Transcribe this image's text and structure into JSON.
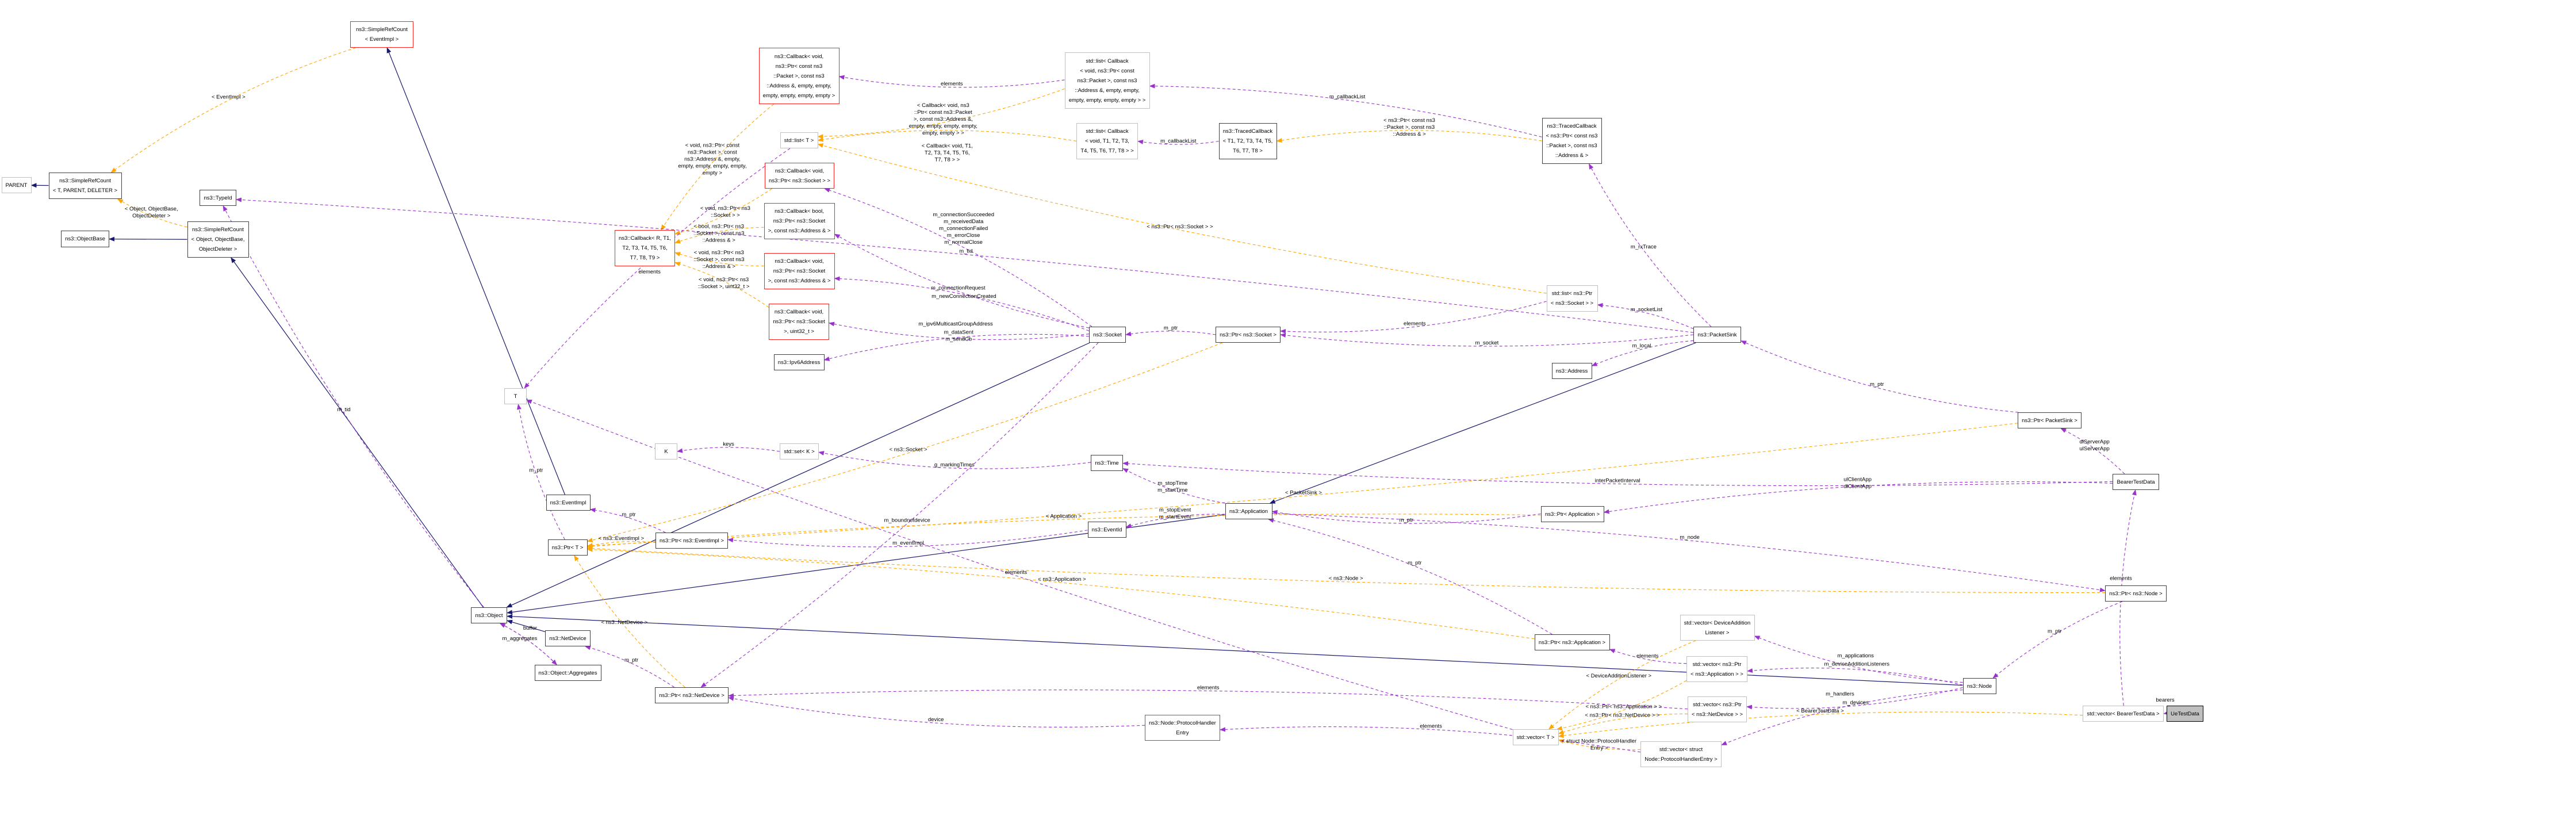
{
  "colors": {
    "inherit": "#191970",
    "usage": "#9a32cd",
    "template": "#ffa500",
    "red_border": "#ff2020",
    "gray_border": "#c0c0c0",
    "focus_fill": "#bfbfbf"
  },
  "nodes": {
    "parent": {
      "label": "PARENT",
      "kind": "gray"
    },
    "src_tpd": {
      "label": "ns3::SimpleRefCount\n< T, PARENT, DELETER >",
      "kind": "normal"
    },
    "objectbase": {
      "label": "ns3::ObjectBase",
      "kind": "normal"
    },
    "src_obj": {
      "label": "ns3::SimpleRefCount\n< Object, ObjectBase,\nObjectDeleter >",
      "kind": "normal"
    },
    "typeid": {
      "label": "ns3::TypeId",
      "kind": "normal"
    },
    "src_ev": {
      "label": "ns3::SimpleRefCount\n< EventImpl >",
      "kind": "red"
    },
    "cb_r": {
      "label": "ns3::Callback< R, T1,\nT2, T3, T4, T5, T6,\nT7, T8, T9 >",
      "kind": "red"
    },
    "cb_pkt": {
      "label": "ns3::Callback< void,\nns3::Ptr< const ns3\n::Packet >, const ns3\n::Address &, empty, empty,\nempty, empty, empty, empty >",
      "kind": "red"
    },
    "list_t": {
      "label": "std::list< T >",
      "kind": "gray"
    },
    "cb_sock": {
      "label": "ns3::Callback< void,\nns3::Ptr< ns3::Socket > >",
      "kind": "red"
    },
    "cb_bool": {
      "label": "ns3::Callback< bool,\nns3::Ptr< ns3::Socket\n>, const ns3::Address & >",
      "kind": "red"
    },
    "cb_sockaddr": {
      "label": "ns3::Callback< void,\nns3::Ptr< ns3::Socket\n>, const ns3::Address & >",
      "kind": "red"
    },
    "cb_u32": {
      "label": "ns3::Callback< void,\nns3::Ptr< ns3::Socket\n>, uint32_t >",
      "kind": "red"
    },
    "ipv6": {
      "label": "ns3::Ipv6Address",
      "kind": "normal"
    },
    "t": {
      "label": "T",
      "kind": "gray"
    },
    "k": {
      "label": "K",
      "kind": "gray"
    },
    "set_k": {
      "label": "std::set< K >",
      "kind": "gray"
    },
    "list_cbpkt": {
      "label": "std::list< Callback\n< void, ns3::Ptr< const\nns3::Packet >, const ns3\n::Address &, empty, empty,\nempty, empty, empty, empty > >",
      "kind": "gray"
    },
    "list_cbt": {
      "label": "std::list< Callback\n< void, T1, T2, T3,\nT4, T5, T6, T7, T8 > >",
      "kind": "gray"
    },
    "tcb_t": {
      "label": "ns3::TracedCallback\n< T1, T2, T3, T4, T5,\nT6, T7, T8 >",
      "kind": "normal"
    },
    "tcb_pkt": {
      "label": "ns3::TracedCallback\n< ns3::Ptr< const ns3\n::Packet >, const ns3\n::Address & >",
      "kind": "normal"
    },
    "socket": {
      "label": "ns3::Socket",
      "kind": "normal"
    },
    "ptr_socket": {
      "label": "ns3::Ptr< ns3::Socket >",
      "kind": "normal"
    },
    "list_ptrsock": {
      "label": "std::list< ns3::Ptr\n< ns3::Socket > >",
      "kind": "gray"
    },
    "packetsink": {
      "label": "ns3::PacketSink",
      "kind": "normal"
    },
    "address": {
      "label": "ns3::Address",
      "kind": "normal"
    },
    "ptr_packetsink": {
      "label": "ns3::Ptr< PacketSink >",
      "kind": "normal"
    },
    "bearer": {
      "label": "BearerTestData",
      "kind": "normal"
    },
    "time": {
      "label": "ns3::Time",
      "kind": "normal"
    },
    "eventimpl": {
      "label": "ns3::EventImpl",
      "kind": "normal"
    },
    "ptr_t": {
      "label": "ns3::Ptr< T >",
      "kind": "normal"
    },
    "ptr_eventimpl": {
      "label": "ns3::Ptr< ns3::EventImpl >",
      "kind": "normal"
    },
    "eventid": {
      "label": "ns3::EventId",
      "kind": "normal"
    },
    "application": {
      "label": "ns3::Application",
      "kind": "normal"
    },
    "ptr_application": {
      "label": "ns3::Ptr< Application >",
      "kind": "normal"
    },
    "object": {
      "label": "ns3::Object",
      "kind": "normal"
    },
    "netdevice": {
      "label": "ns3::NetDevice",
      "kind": "normal"
    },
    "aggregates": {
      "label": "ns3::Object::Aggregates",
      "kind": "normal"
    },
    "ptr_netdevice": {
      "label": "ns3::Ptr< ns3::NetDevice >",
      "kind": "normal"
    },
    "ptr_node": {
      "label": "ns3::Ptr< ns3::Node >",
      "kind": "normal"
    },
    "ptr_nsapp": {
      "label": "ns3::Ptr< ns3::Application >",
      "kind": "normal"
    },
    "vec_dal": {
      "label": "std::vector< DeviceAddition\nListener >",
      "kind": "gray"
    },
    "vec_ptrapp": {
      "label": "std::vector< ns3::Ptr\n< ns3::Application > >",
      "kind": "gray"
    },
    "vec_ptrnd": {
      "label": "std::vector< ns3::Ptr\n< ns3::NetDevice > >",
      "kind": "gray"
    },
    "node": {
      "label": "ns3::Node",
      "kind": "normal"
    },
    "vec_phe": {
      "label": "std::vector< struct\nNode::ProtocolHandlerEntry >",
      "kind": "gray"
    },
    "vec_t": {
      "label": "std::vector< T >",
      "kind": "gray"
    },
    "phe": {
      "label": "ns3::Node::ProtocolHandler\nEntry",
      "kind": "red"
    },
    "vec_bearer": {
      "label": "std::vector< BearerTestData >",
      "kind": "gray"
    },
    "uetestdata": {
      "label": "UeTestData",
      "kind": "focus"
    }
  },
  "edges": [
    {
      "from": "src_tpd",
      "to": "parent",
      "type": "inherit",
      "label": ""
    },
    {
      "from": "src_obj",
      "to": "objectbase",
      "type": "inherit",
      "label": ""
    },
    {
      "from": "object",
      "to": "src_obj",
      "type": "inherit",
      "label": ""
    },
    {
      "from": "eventimpl",
      "to": "src_ev",
      "type": "inherit",
      "label": ""
    },
    {
      "from": "socket",
      "to": "object",
      "type": "inherit",
      "label": ""
    },
    {
      "from": "application",
      "to": "object",
      "type": "inherit",
      "label": ""
    },
    {
      "from": "netdevice",
      "to": "object",
      "type": "inherit",
      "label": ""
    },
    {
      "from": "node",
      "to": "object",
      "type": "inherit",
      "label": ""
    },
    {
      "from": "packetsink",
      "to": "application",
      "type": "inherit",
      "label": ""
    },
    {
      "from": "src_ev",
      "to": "src_tpd",
      "type": "template",
      "label": "< EventImpl >"
    },
    {
      "from": "src_obj",
      "to": "src_tpd",
      "type": "template",
      "label": "< Object, ObjectBase,\nObjectDeleter >"
    },
    {
      "from": "cb_pkt",
      "to": "cb_r",
      "type": "template",
      "label": "< void, ns3::Ptr< const\nns3::Packet >, const\nns3::Address &, empty,\nempty, empty, empty, empty,\nempty >"
    },
    {
      "from": "cb_sock",
      "to": "cb_r",
      "type": "template",
      "label": "< void, ns3::Ptr< ns3\n::Socket > >"
    },
    {
      "from": "cb_bool",
      "to": "cb_r",
      "type": "template",
      "label": "< bool, ns3::Ptr< ns3\n::Socket >, const ns3\n::Address & >"
    },
    {
      "from": "cb_sockaddr",
      "to": "cb_r",
      "type": "template",
      "label": "< void, ns3::Ptr< ns3\n::Socket >, const ns3\n::Address & >"
    },
    {
      "from": "cb_u32",
      "to": "cb_r",
      "type": "template",
      "label": "< void, ns3::Ptr< ns3\n::Socket >, uint32_t >"
    },
    {
      "from": "list_cbpkt",
      "to": "list_t",
      "type": "template",
      "label": "< Callback< void, ns3\n::Ptr< const ns3::Packet\n>, const ns3::Address &,\nempty, empty, empty, empty,\nempty, empty > >"
    },
    {
      "from": "list_cbt",
      "to": "list_t",
      "type": "template",
      "label": "< Callback< void, T1,\nT2, T3, T4, T5, T6,\nT7, T8 > >"
    },
    {
      "from": "list_ptrsock",
      "to": "list_t",
      "type": "template",
      "label": "< ns3::Ptr< ns3::Socket > >"
    },
    {
      "from": "tcb_pkt",
      "to": "tcb_t",
      "type": "template",
      "label": "< ns3::Ptr< const ns3\n::Packet >, const ns3\n::Address & >"
    },
    {
      "from": "ptr_socket",
      "to": "ptr_t",
      "type": "template",
      "label": "< ns3::Socket >"
    },
    {
      "from": "ptr_eventimpl",
      "to": "ptr_t",
      "type": "template",
      "label": "< ns3::EventImpl >"
    },
    {
      "from": "ptr_packetsink",
      "to": "ptr_t",
      "type": "template",
      "label": "< PacketSink >"
    },
    {
      "from": "ptr_application",
      "to": "ptr_t",
      "type": "template",
      "label": "< Application >"
    },
    {
      "from": "ptr_node",
      "to": "ptr_t",
      "type": "template",
      "label": "< ns3::Node >"
    },
    {
      "from": "ptr_nsapp",
      "to": "ptr_t",
      "type": "template",
      "label": "< ns3::Application >"
    },
    {
      "from": "ptr_netdevice",
      "to": "ptr_t",
      "type": "template",
      "label": "< ns3::NetDevice >"
    },
    {
      "from": "vec_dal",
      "to": "vec_t",
      "type": "template",
      "label": "< DeviceAdditionListener >"
    },
    {
      "from": "vec_ptrapp",
      "to": "vec_t",
      "type": "template",
      "label": "< ns3::Ptr< ns3::Application > >"
    },
    {
      "from": "vec_ptrnd",
      "to": "vec_t",
      "type": "template",
      "label": "< ns3::Ptr< ns3::NetDevice > >"
    },
    {
      "from": "vec_phe",
      "to": "vec_t",
      "type": "template",
      "label": "< struct Node::ProtocolHandler\nEntry >"
    },
    {
      "from": "vec_bearer",
      "to": "vec_t",
      "type": "template",
      "label": "< BearerTestData >"
    },
    {
      "from": "object",
      "to": "typeid",
      "type": "usage",
      "label": "m_tid"
    },
    {
      "from": "packetsink",
      "to": "typeid",
      "type": "usage",
      "label": "m_tid"
    },
    {
      "from": "list_cbpkt",
      "to": "cb_pkt",
      "type": "usage",
      "label": "elements"
    },
    {
      "from": "list_t",
      "to": "t",
      "type": "usage",
      "label": "elements"
    },
    {
      "from": "tcb_t",
      "to": "list_cbt",
      "type": "usage",
      "label": "m_callbackList"
    },
    {
      "from": "tcb_pkt",
      "to": "list_cbpkt",
      "type": "usage",
      "label": "m_callbackList"
    },
    {
      "from": "packetsink",
      "to": "tcb_pkt",
      "type": "usage",
      "label": "m_rxTrace"
    },
    {
      "from": "socket",
      "to": "cb_sock",
      "type": "usage",
      "label": "m_connectionSucceeded\nm_receivedData\nm_connectionFailed\nm_errorClose\nm_normalClose"
    },
    {
      "from": "socket",
      "to": "cb_bool",
      "type": "usage",
      "label": "m_connectionRequest"
    },
    {
      "from": "socket",
      "to": "cb_sockaddr",
      "type": "usage",
      "label": "m_newConnectionCreated"
    },
    {
      "from": "socket",
      "to": "cb_u32",
      "type": "usage",
      "label": "m_dataSent\nm_sendCb"
    },
    {
      "from": "socket",
      "to": "ipv6",
      "type": "usage",
      "label": "m_ipv6MulticastGroupAddress"
    },
    {
      "from": "socket",
      "to": "ptr_netdevice",
      "type": "usage",
      "label": "m_boundnetdevice"
    },
    {
      "from": "set_k",
      "to": "k",
      "type": "usage",
      "label": "keys"
    },
    {
      "from": "time",
      "to": "set_k",
      "type": "usage",
      "label": "g_markingTimes"
    },
    {
      "from": "ptr_socket",
      "to": "socket",
      "type": "usage",
      "label": "m_ptr"
    },
    {
      "from": "list_ptrsock",
      "to": "ptr_socket",
      "type": "usage",
      "label": "elements"
    },
    {
      "from": "packetsink",
      "to": "list_ptrsock",
      "type": "usage",
      "label": "m_socketList"
    },
    {
      "from": "packetsink",
      "to": "ptr_socket",
      "type": "usage",
      "label": "m_socket"
    },
    {
      "from": "packetsink",
      "to": "address",
      "type": "usage",
      "label": "m_local"
    },
    {
      "from": "ptr_packetsink",
      "to": "packetsink",
      "type": "usage",
      "label": "m_ptr"
    },
    {
      "from": "bearer",
      "to": "ptr_packetsink",
      "type": "usage",
      "label": "dlServerApp\nulServerApp"
    },
    {
      "from": "bearer",
      "to": "time",
      "type": "usage",
      "label": "interPacketInterval"
    },
    {
      "from": "bearer",
      "to": "ptr_application",
      "type": "usage",
      "label": "ulClientApp\ndlClientApp"
    },
    {
      "from": "application",
      "to": "time",
      "type": "usage",
      "label": "m_stopTime\nm_startTime"
    },
    {
      "from": "application",
      "to": "eventid",
      "type": "usage",
      "label": "m_stopEvent\nm_startEvent"
    },
    {
      "from": "eventid",
      "to": "ptr_eventimpl",
      "type": "usage",
      "label": "m_eventImpl"
    },
    {
      "from": "ptr_eventimpl",
      "to": "eventimpl",
      "type": "usage",
      "label": "m_ptr"
    },
    {
      "from": "ptr_application",
      "to": "application",
      "type": "usage",
      "label": "m_ptr"
    },
    {
      "from": "ptr_nsapp",
      "to": "application",
      "type": "usage",
      "label": "m_ptr"
    },
    {
      "from": "application",
      "to": "ptr_node",
      "type": "usage",
      "label": "m_node"
    },
    {
      "from": "ptr_node",
      "to": "node",
      "type": "usage",
      "label": "m_ptr"
    },
    {
      "from": "node",
      "to": "vec_dal",
      "type": "usage",
      "label": "m_deviceAdditionListeners"
    },
    {
      "from": "node",
      "to": "vec_ptrapp",
      "type": "usage",
      "label": "m_applications"
    },
    {
      "from": "node",
      "to": "vec_ptrnd",
      "type": "usage",
      "label": "m_devices"
    },
    {
      "from": "node",
      "to": "vec_phe",
      "type": "usage",
      "label": "m_handlers"
    },
    {
      "from": "vec_ptrapp",
      "to": "ptr_nsapp",
      "type": "usage",
      "label": "elements"
    },
    {
      "from": "vec_ptrnd",
      "to": "ptr_netdevice",
      "type": "usage",
      "label": "elements"
    },
    {
      "from": "vec_t",
      "to": "t",
      "type": "usage",
      "label": "elements"
    },
    {
      "from": "ptr_netdevice",
      "to": "netdevice",
      "type": "usage",
      "label": "m_ptr"
    },
    {
      "from": "phe",
      "to": "ptr_netdevice",
      "type": "usage",
      "label": "device"
    },
    {
      "from": "vec_phe",
      "to": "phe",
      "type": "usage",
      "label": "elements"
    },
    {
      "from": "vec_bearer",
      "to": "bearer",
      "type": "usage",
      "label": "elements"
    },
    {
      "from": "uetestdata",
      "to": "vec_bearer",
      "type": "usage",
      "label": "bearers"
    },
    {
      "from": "object",
      "to": "aggregates",
      "type": "usage",
      "label": "m_aggregates"
    },
    {
      "from": "aggregates",
      "to": "object",
      "type": "usage",
      "label": "buffer"
    },
    {
      "from": "ptr_t",
      "to": "t",
      "type": "usage",
      "label": "m_ptr"
    }
  ]
}
